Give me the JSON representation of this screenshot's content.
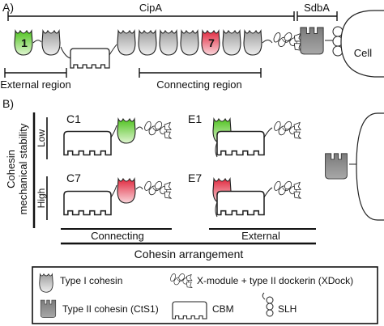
{
  "panel_a": {
    "label": "A)",
    "cipa_label": "CipA",
    "sdba_label": "SdbA",
    "cell_label": "Cell",
    "cohesin_1_label": "1",
    "cohesin_7_label": "7",
    "external_region_label": "External region",
    "connecting_region_label": "Connecting region"
  },
  "panel_b": {
    "label": "B)",
    "y_axis_title_line1": "Cohesin",
    "y_axis_title_line2": "mechanical stability",
    "low_label": "Low",
    "high_label": "High",
    "constructs": [
      {
        "name": "C1"
      },
      {
        "name": "E1"
      },
      {
        "name": "C7"
      },
      {
        "name": "E7"
      }
    ],
    "connecting_label": "Connecting",
    "external_label": "External",
    "x_axis_title": "Cohesin arrangement"
  },
  "legend": {
    "type1": "Type I cohesin",
    "type2": "Type II cohesin (CtS1)",
    "xdock": "X-module + type II dockerin (XDock)",
    "cbm": "CBM",
    "slh": "SLH"
  },
  "colors": {
    "grey_cohesin": "#bdbdbd",
    "green_cohesin": "#6fd63f",
    "red_cohesin": "#ea3a4e",
    "type2_cohesin": "#8a8a8a"
  }
}
